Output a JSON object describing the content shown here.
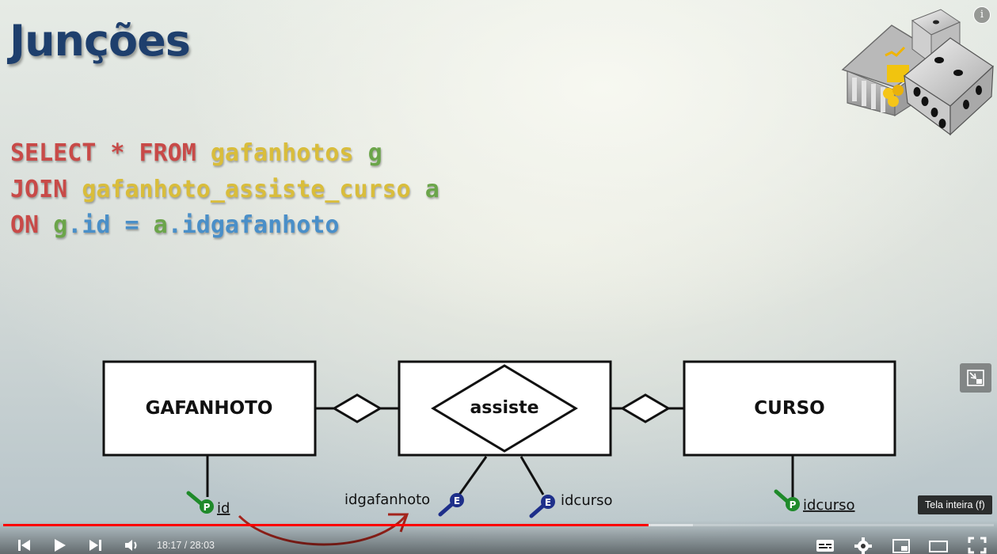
{
  "slide": {
    "title": "Junções",
    "sql": {
      "line1": {
        "kw1": "SELECT * FROM ",
        "table": "gafanhotos ",
        "alias": "g"
      },
      "line2": {
        "kw": "JOIN ",
        "table": "gafanhoto_assiste_curso ",
        "alias": "a"
      },
      "line3": {
        "kw": "ON ",
        "alias1": "g",
        "dot1": ".",
        "col1": "id",
        "eq": " = ",
        "alias2": "a",
        "dot2": ".",
        "col2": "idgafanhoto"
      }
    },
    "diagram": {
      "entity_left": "GAFANHOTO",
      "relationship": "assiste",
      "entity_right": "CURSO",
      "attr_gafanhoto_id": "id",
      "attr_fk_gafanhoto": "idgafanhoto",
      "attr_fk_curso": "idcurso",
      "attr_curso_id": "idcurso",
      "primary_key_badge": "P",
      "foreign_key_badge": "E"
    },
    "colors": {
      "keyword": "#c84a48",
      "table": "#d9bd3b",
      "alias": "#6ba54a",
      "column": "#4a8fc8",
      "title": "#1e3f6d",
      "primary_key": "#1f8a2a",
      "foreign_key": "#1e2f8a",
      "arrow": "#a3241c"
    }
  },
  "player": {
    "info_icon": "i",
    "time": "18:17 / 28:03",
    "progress_fraction": 0.6518,
    "buffer_fraction": 0.696,
    "tooltip": "Tela inteira (f)",
    "icons": [
      "previous-icon",
      "play-icon",
      "next-icon",
      "volume-icon",
      "subtitles-icon",
      "settings-icon",
      "miniplayer-icon",
      "theater-icon",
      "fullscreen-icon",
      "expand-icon",
      "info-icon"
    ]
  }
}
